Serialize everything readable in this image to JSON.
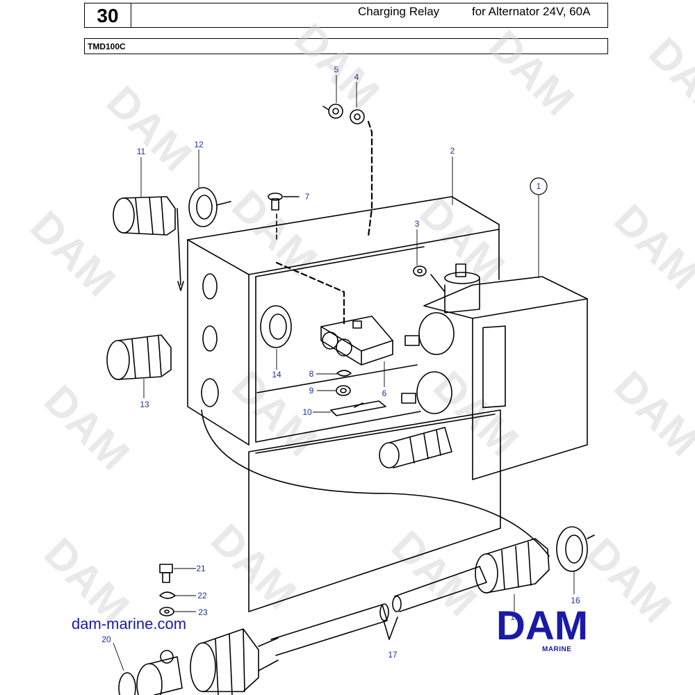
{
  "header": {
    "page_number": "30",
    "title": "Charging Relay",
    "subtitle": "for Alternator 24V, 60A",
    "model": "TMD100C"
  },
  "watermark": "DAM",
  "callouts": {
    "c1": "1",
    "c2": "2",
    "c3": "3",
    "c4": "4",
    "c5": "5",
    "c6": "6",
    "c7": "7",
    "c8": "8",
    "c9": "9",
    "c10": "10",
    "c11": "11",
    "c12": "12",
    "c13a": "13",
    "c14": "14",
    "c16": "16",
    "c17": "17",
    "c13b": "13",
    "c20": "20",
    "c21": "21",
    "c22": "22",
    "c23": "23"
  },
  "footer": {
    "website": "dam-marine.com",
    "logo_text": "DAM",
    "logo_sub": "MARINE"
  },
  "colors": {
    "label_blue": "#1a2fa0",
    "logo_blue": "#1a1aa8",
    "watermark": "#d0d0d0"
  }
}
